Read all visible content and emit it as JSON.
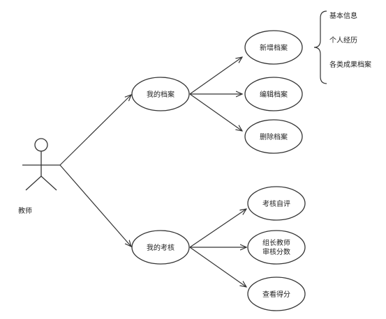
{
  "actor": {
    "label": "教师"
  },
  "use_cases": {
    "my_files": "我的档案",
    "my_assessment": "我的考核",
    "add_file": "新增档案",
    "edit_file": "编辑档案",
    "delete_file": "删除档案",
    "self_assessment": "考核自评",
    "leader_review_line1": "组长教师",
    "leader_review_line2": "审核分数",
    "view_score": "查看得分"
  },
  "add_file_contents": [
    "基本信息",
    "个人经历",
    "各类成果档案"
  ],
  "colors": {
    "stroke": "#333333",
    "text": "#222222",
    "fill": "#ffffff"
  }
}
